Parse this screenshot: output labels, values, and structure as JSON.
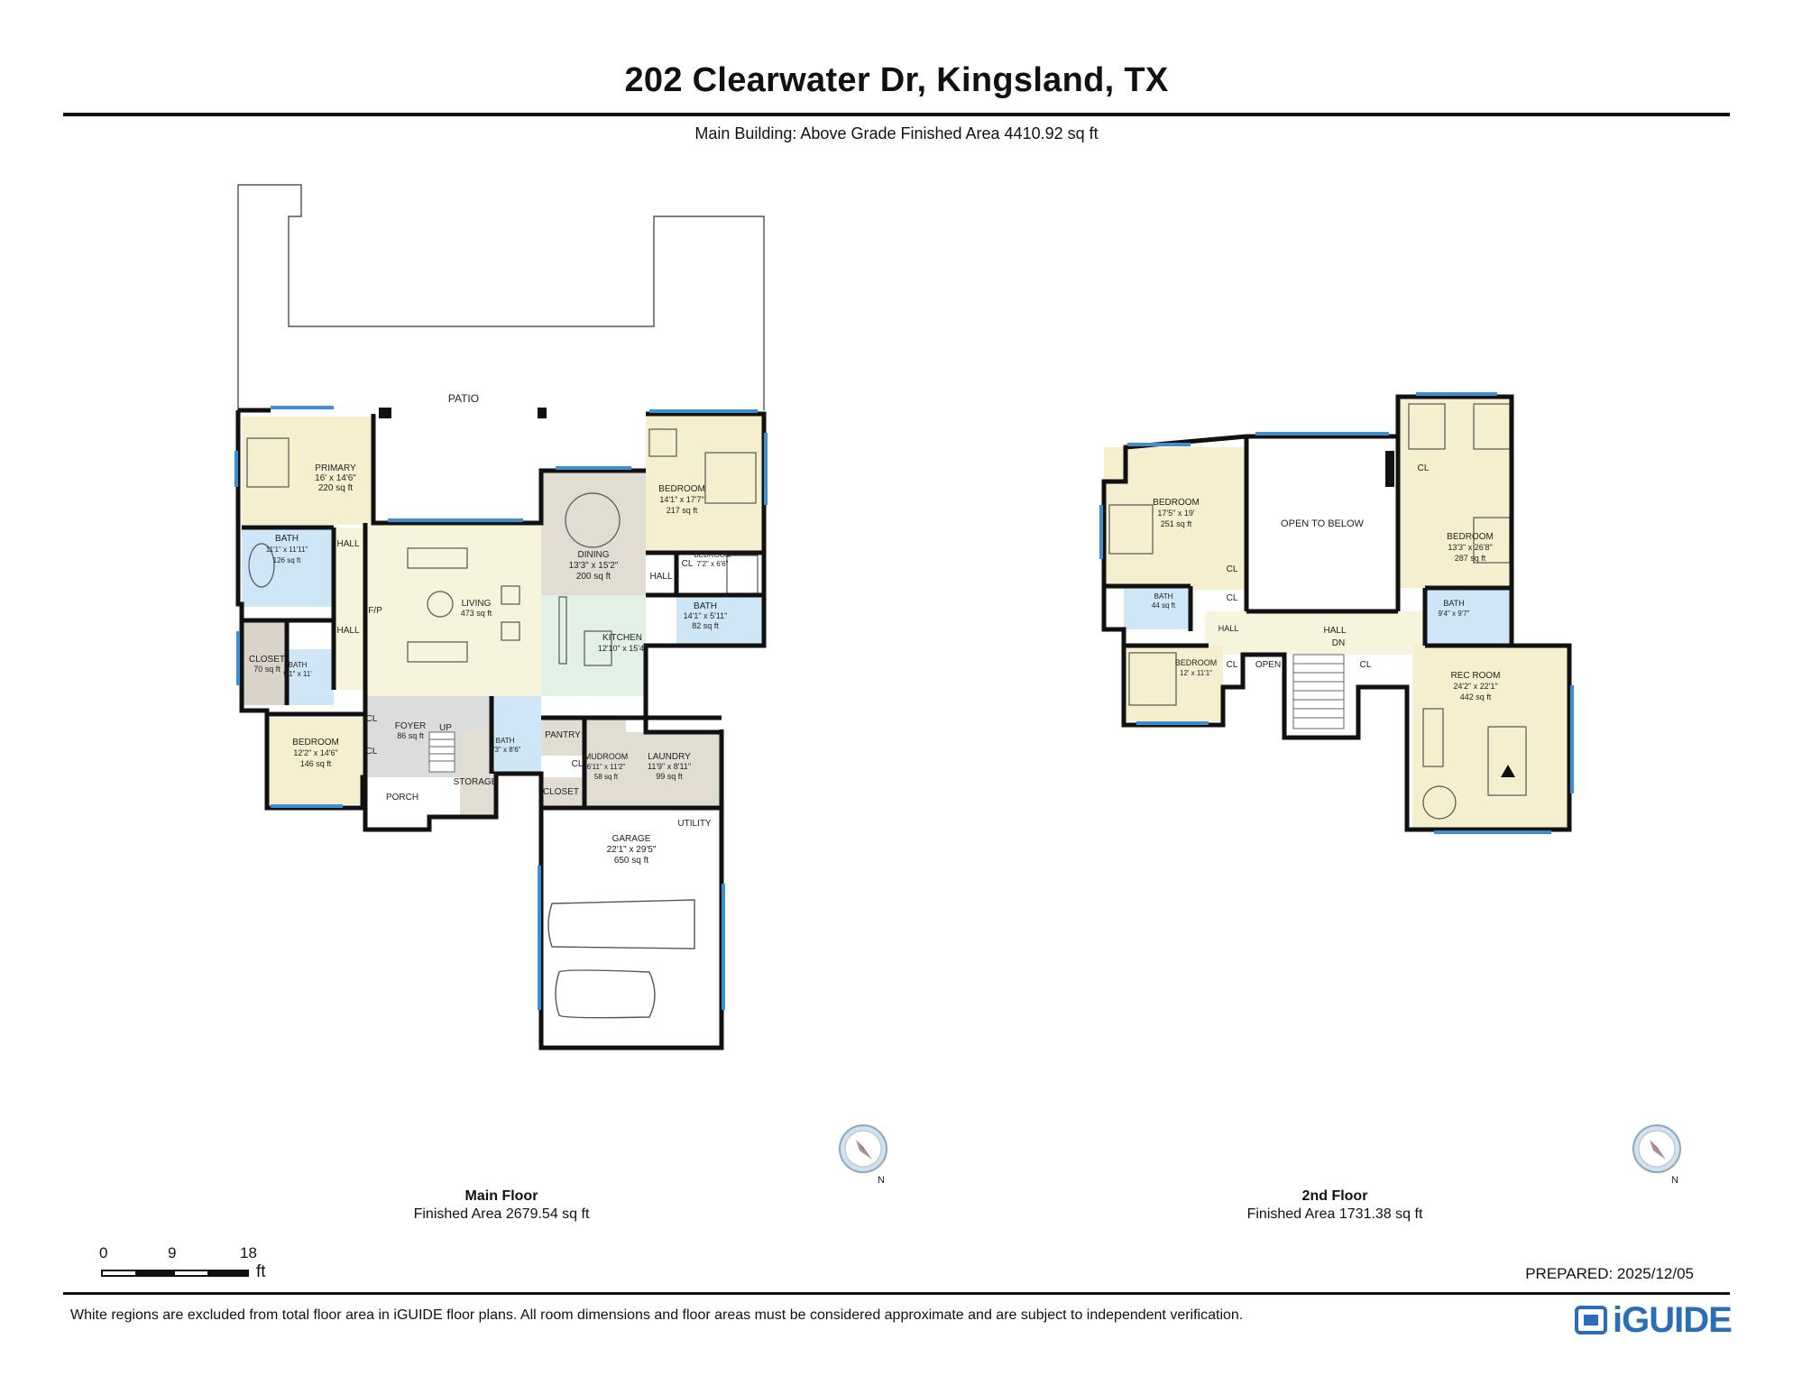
{
  "header": {
    "title": "202 Clearwater Dr, Kingsland, TX",
    "subtitle": "Main Building: Above Grade Finished Area 4410.92 sq ft"
  },
  "colors": {
    "wall": "#111111",
    "window": "#3d8fd1",
    "bedroom_fill": "#f6efcf",
    "living_fill": "#f7f4de",
    "bath_fill": "#cfe6f7",
    "closet_fill": "#d9d3c9",
    "kitchen_fill": "#e3f0e6",
    "foyer_fill": "#dcdcdc",
    "brand": "#2a6fb5",
    "compass_red": "#e02020"
  },
  "main_floor": {
    "name": "Main Floor",
    "area": "Finished Area 2679.54 sq ft",
    "rooms": {
      "patio": "PATIO",
      "primary": {
        "name": "PRIMARY",
        "dims": "16' x 14'6\"",
        "area": "220 sq ft"
      },
      "bath_primary": {
        "name": "BATH",
        "dims": "11'1\" x 11'11\"",
        "area": "126 sq ft"
      },
      "hall_a": "HALL",
      "hall_b": "HALL",
      "fp": "F/P",
      "closet": {
        "name": "CLOSET",
        "area": "70 sq ft"
      },
      "bath_small": {
        "name": "BATH",
        "dims": "9'1\" x 11'"
      },
      "living": {
        "name": "LIVING",
        "area": "473 sq ft"
      },
      "dining": {
        "name": "DINING",
        "dims": "13'3\" x 15'2\"",
        "area": "200 sq ft"
      },
      "bedroom_ne": {
        "name": "BEDROOM",
        "dims": "14'1\" x 17'7\"",
        "area": "217 sq ft"
      },
      "bedroom_small": {
        "name": "BEDROOM",
        "dims": "7'2\" x 6'6\""
      },
      "hall_c": "HALL",
      "cl_a": "CL",
      "bath_ne": {
        "name": "BATH",
        "dims": "14'1\" x 5'11\"",
        "area": "82 sq ft"
      },
      "kitchen": {
        "name": "KITCHEN",
        "dims": "12'10\" x 15'4\""
      },
      "bedroom_sw": {
        "name": "BEDROOM",
        "dims": "12'2\" x 14'6\"",
        "area": "146 sq ft"
      },
      "cl_b": "CL",
      "cl_c": "CL",
      "foyer": {
        "name": "FOYER",
        "area": "86 sq ft"
      },
      "up": "UP",
      "bath_foyer": {
        "name": "BATH",
        "dims": "5'3\" x 8'6\""
      },
      "porch": "PORCH",
      "storage": "STORAGE",
      "pantry": "PANTRY",
      "cl_d": "CL",
      "closet2": "CLOSET",
      "mudroom": {
        "name": "MUDROOM",
        "dims": "6'11\" x 11'2\"",
        "area": "58 sq ft"
      },
      "laundry": {
        "name": "LAUNDRY",
        "dims": "11'9\" x 8'11\"",
        "area": "99 sq ft"
      },
      "utility": "UTILITY",
      "garage": {
        "name": "GARAGE",
        "dims": "22'1\" x 29'5\"",
        "area": "650 sq ft"
      }
    }
  },
  "second_floor": {
    "name": "2nd Floor",
    "area": "Finished Area 1731.38 sq ft",
    "rooms": {
      "bedroom_w": {
        "name": "BEDROOM",
        "dims": "17'5\" x 19'",
        "area": "251 sq ft"
      },
      "open_below": "OPEN TO BELOW",
      "bedroom_e": {
        "name": "BEDROOM",
        "dims": "13'3\" x 26'8\"",
        "area": "287 sq ft"
      },
      "cl_1": "CL",
      "cl_2": "CL",
      "cl_3": "CL",
      "cl_4": "CL",
      "cl_5": "CL",
      "bath_w": {
        "name": "BATH",
        "area": "44 sq ft"
      },
      "hall_small": "HALL",
      "hall": "HALL",
      "dn": "DN",
      "bath_e": {
        "name": "BATH",
        "dims": "9'4\" x 9'7\""
      },
      "bedroom_sw": {
        "name": "BEDROOM",
        "dims": "12' x 11'1\""
      },
      "open": "OPEN",
      "rec_room": {
        "name": "REC ROOM",
        "dims": "24'2\" x 22'1\"",
        "area": "442 sq ft"
      }
    }
  },
  "compass": {
    "label": "N"
  },
  "scale": {
    "ticks": [
      "0",
      "9",
      "18"
    ],
    "unit": "ft"
  },
  "footer": {
    "prepared": "PREPARED: 2025/12/05",
    "disclaimer": "White regions are excluded from total floor area in iGUIDE floor plans. All room dimensions and floor areas must be considered approximate and are subject to independent verification.",
    "brand": "iGUIDE"
  }
}
